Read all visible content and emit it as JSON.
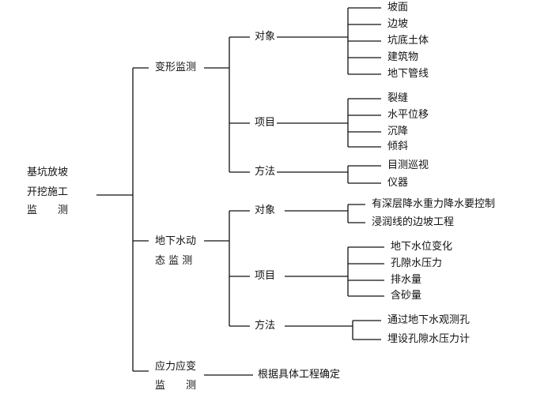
{
  "root": {
    "lines": [
      "基坑放坡",
      "开挖施工",
      "监　　测"
    ]
  },
  "branches": [
    {
      "label": "变形监测",
      "groups": [
        {
          "label": "对象",
          "items": [
            "坡面",
            "边坡",
            "坑底土体",
            "建筑物",
            "地下管线"
          ]
        },
        {
          "label": "项目",
          "items": [
            "裂缝",
            "水平位移",
            "沉降",
            "倾斜"
          ]
        },
        {
          "label": "方法",
          "items": [
            "目测巡视",
            "仪器"
          ]
        }
      ]
    },
    {
      "label_lines": [
        "地下水动",
        "态 监 测"
      ],
      "groups": [
        {
          "label": "对象",
          "items": [
            "有深层降水重力降水要控制",
            "浸润线的边坡工程"
          ]
        },
        {
          "label": "项目",
          "items": [
            "地下水位变化",
            "孔隙水压力",
            "排水量",
            "含砂量"
          ]
        },
        {
          "label": "方法",
          "items": [
            "通过地下水观测孔",
            "埋设孔隙水压力计"
          ]
        }
      ]
    },
    {
      "label_lines": [
        "应力应变",
        "监　　测"
      ],
      "leaf": "根据具体工程确定"
    }
  ],
  "colors": {
    "line": "#111111",
    "text": "#111111",
    "background": "#ffffff"
  }
}
